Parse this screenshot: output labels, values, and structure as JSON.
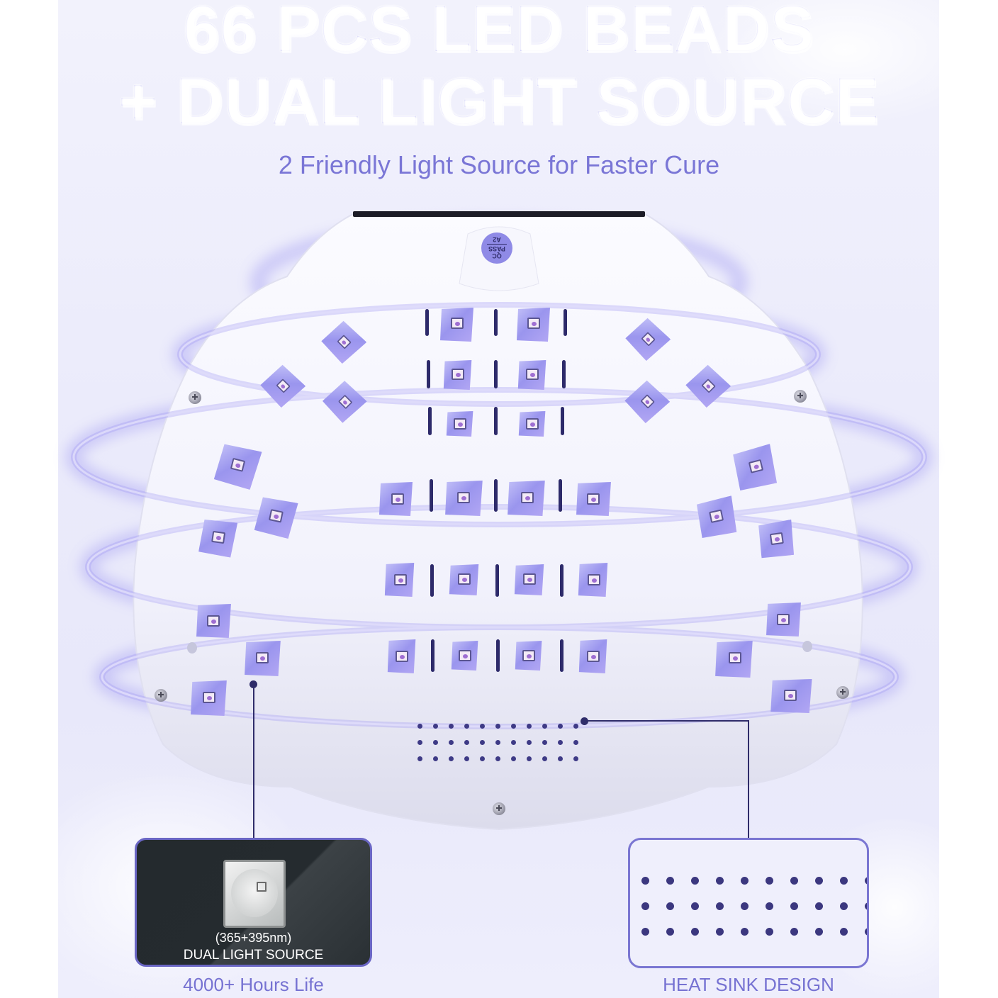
{
  "headline": {
    "line1": "66 PCS LED BEADS",
    "line2": "+ DUAL LIGHT SOURCE",
    "subtitle": "2 Friendly Light Source for Faster Cure"
  },
  "device": {
    "qc_sticker": {
      "line1": "QC",
      "line2": "PASS",
      "line3": "A2"
    },
    "bead_count": 66,
    "colors": {
      "accent": "#8a87ee",
      "bead_cup": "#9a95ee",
      "slot": "#2d2a6a",
      "glow": "#8e86f0"
    }
  },
  "callouts": {
    "light_source": {
      "wavelength": "(365+395nm)",
      "label": "DUAL LIGHT SOURCE",
      "caption": "4000+ Hours Life"
    },
    "heat_sink": {
      "caption": "HEAT SINK DESIGN"
    }
  }
}
